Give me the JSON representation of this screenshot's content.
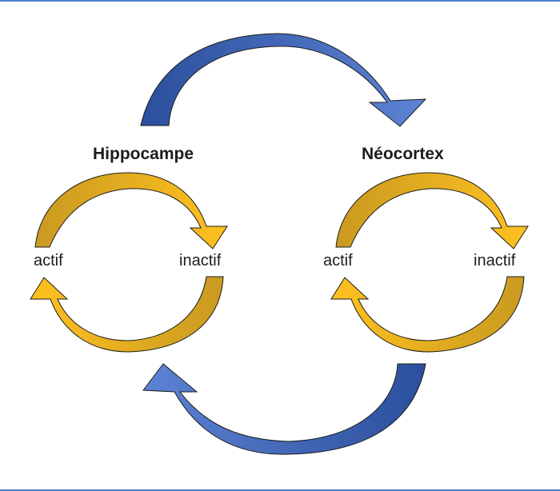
{
  "diagram": {
    "regions": {
      "hippocampus": {
        "title": "Hippocampe",
        "state_left": "actif",
        "state_right": "inactif"
      },
      "neocortex": {
        "title": "Néocortex",
        "state_left": "actif",
        "state_right": "inactif"
      }
    }
  },
  "colors": {
    "frame": "#4a7fcf",
    "blue_dark": "#2b4f9c",
    "blue_light": "#5d83d4",
    "gold_dark": "#c99a21",
    "gold_light": "#ffc11f",
    "outline": "#1c1c1c"
  }
}
